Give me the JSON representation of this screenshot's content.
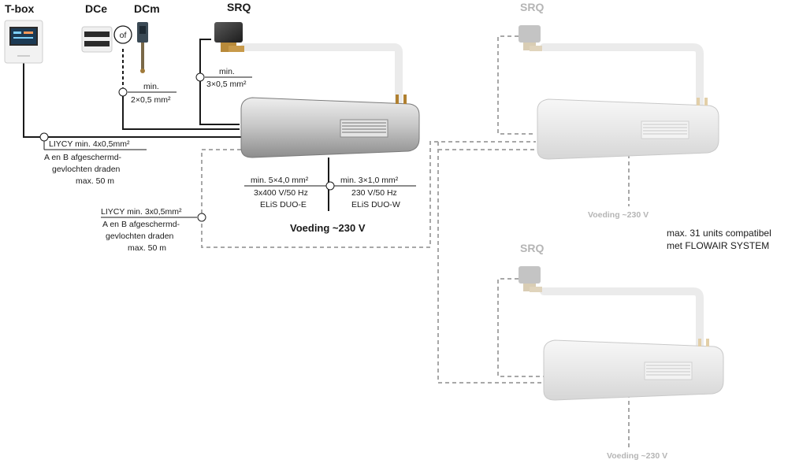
{
  "devices": {
    "tbox": "T-box",
    "dce": "DCe",
    "dcm": "DCm",
    "srq_main": "SRQ",
    "srq_top_right": "SRQ",
    "srq_bottom_right": "SRQ",
    "of_symbol": "of"
  },
  "wiring": {
    "dcm_cable": {
      "line1": "min.",
      "line2": "2×0,5 mm²"
    },
    "srq_cable": {
      "line1": "min.",
      "line2": "3×0,5 mm²"
    },
    "tbox_cable": {
      "line1": "LIYCY min. 4x0,5mm²",
      "line2": "A en B afgeschermd-",
      "line3": "gevlochten draden",
      "line4": "max. 50 m"
    },
    "bus_cable": {
      "line1": "LIYCY min. 3x0,5mm²",
      "line2": "A en B afgeschermd-",
      "line3": "gevlochten draden",
      "line4": "max. 50 m"
    },
    "power_e": {
      "line1": "min. 5×4,0 mm²",
      "line2": "3x400 V/50 Hz",
      "line3": "ELiS DUO-E"
    },
    "power_w": {
      "line1": "min. 3×1,0 mm²",
      "line2": "230 V/50 Hz",
      "line3": "ELiS DUO-W"
    }
  },
  "supply": {
    "main": "Voeding ~230 V",
    "top_right": "Voeding ~230 V",
    "bottom_right": "Voeding ~230 V"
  },
  "note": {
    "line1": "max. 31 units compatibel",
    "line2": "met FLOWAIR SYSTEM"
  }
}
